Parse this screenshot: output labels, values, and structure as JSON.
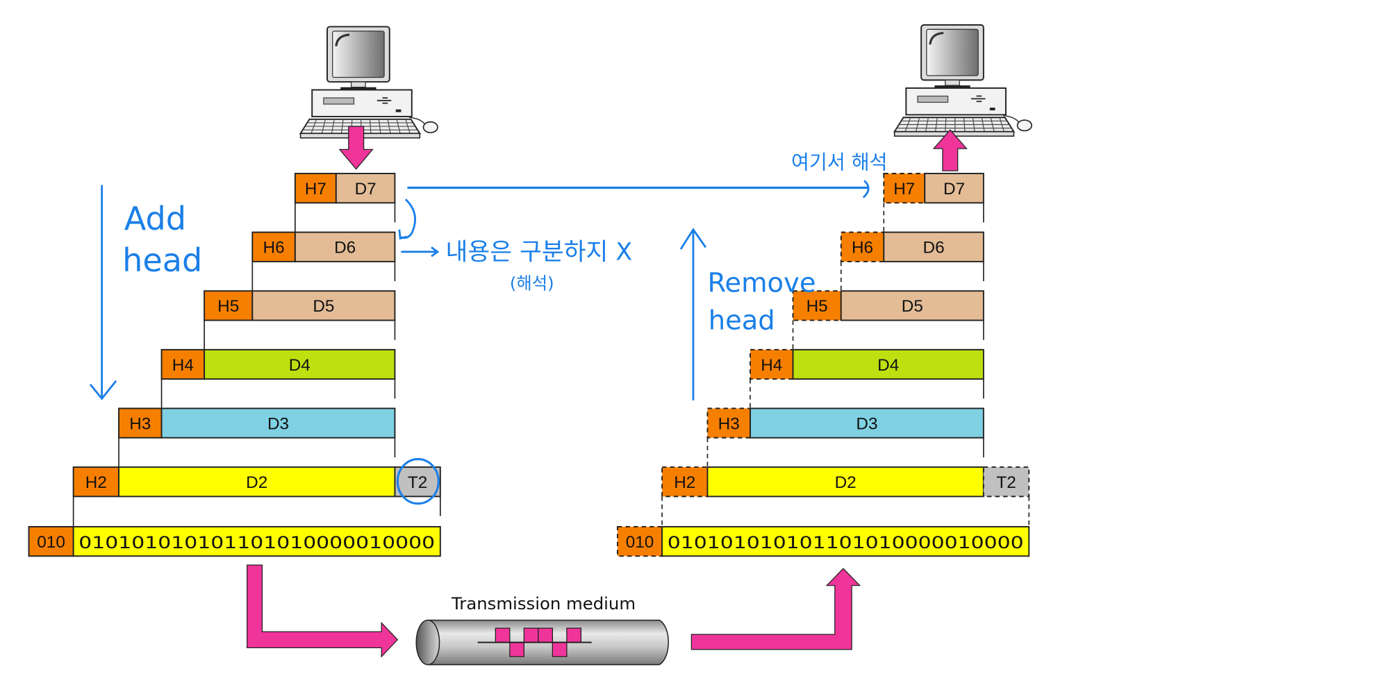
{
  "colors": {
    "header": "#f77f00",
    "d7": "#e3bc96",
    "d6": "#e3bc96",
    "d5": "#e3bc96",
    "d4": "#bfe010",
    "d3": "#7fd0e2",
    "d2": "#ffff00",
    "trailer": "#c0c0c0",
    "bits": "#ffff00",
    "arrow": "#f0359a",
    "annotation": "#1a7fe8"
  },
  "sender": {
    "layers": [
      {
        "header": "H7",
        "data": "D7"
      },
      {
        "header": "H6",
        "data": "D6"
      },
      {
        "header": "H5",
        "data": "D5"
      },
      {
        "header": "H4",
        "data": "D4"
      },
      {
        "header": "H3",
        "data": "D3"
      },
      {
        "header": "H2",
        "data": "D2",
        "trailer": "T2"
      }
    ],
    "physical": {
      "header": "010",
      "bits": "010101010101101010000010000"
    }
  },
  "receiver": {
    "layers": [
      {
        "header": "H7",
        "data": "D7"
      },
      {
        "header": "H6",
        "data": "D6"
      },
      {
        "header": "H5",
        "data": "D5"
      },
      {
        "header": "H4",
        "data": "D4"
      },
      {
        "header": "H3",
        "data": "D3"
      },
      {
        "header": "H2",
        "data": "D2",
        "trailer": "T2"
      }
    ],
    "physical": {
      "header": "010",
      "bits": "010101010101101010000010000"
    }
  },
  "medium": {
    "label": "Transmission medium"
  },
  "annotations": {
    "add_head_line1": "Add",
    "add_head_line2": "head",
    "remove_head_line1": "Remove",
    "remove_head_line2": "head",
    "content_note": "내용은 구분하지 X",
    "content_note_sub": "(해석)",
    "here_note": "여기서 해석"
  },
  "icons": {
    "sender_computer": "desktop-computer-icon",
    "receiver_computer": "desktop-computer-icon"
  }
}
